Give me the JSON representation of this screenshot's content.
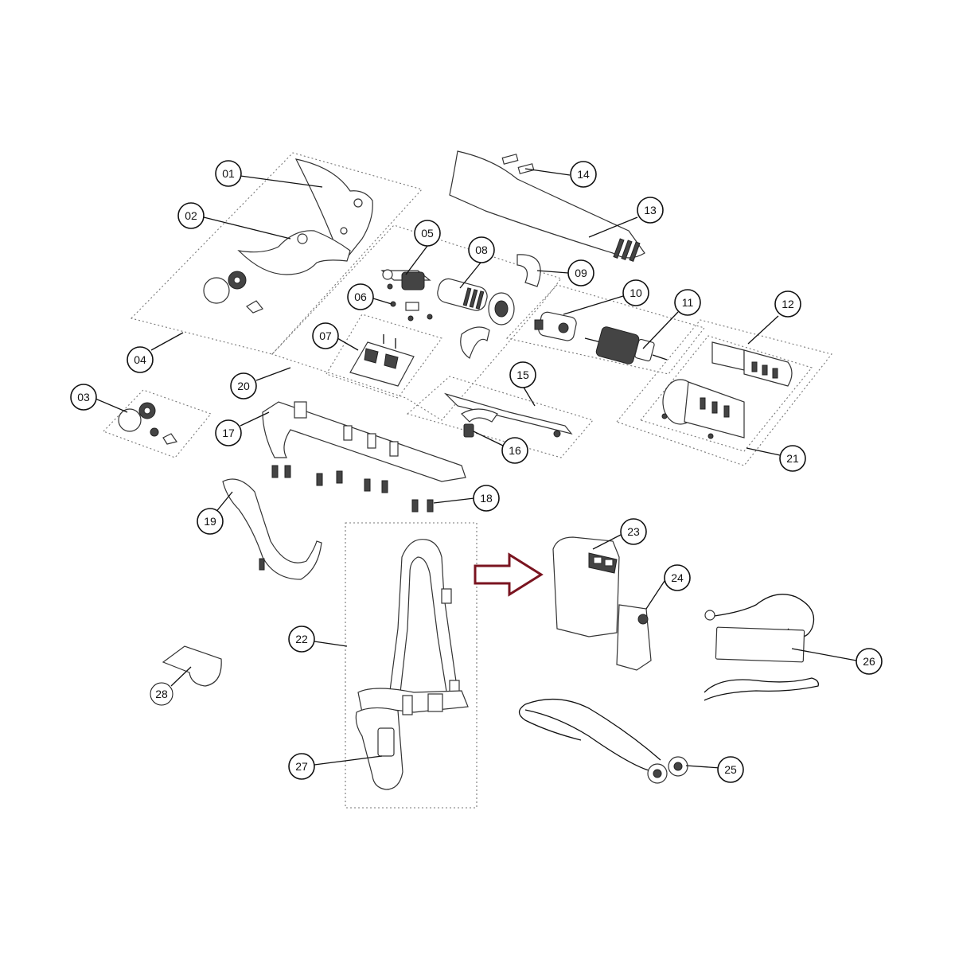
{
  "diagram": {
    "type": "exploded-parts-diagram",
    "arrow_color": "#7a1420",
    "callouts": [
      {
        "id": "01",
        "label": "01"
      },
      {
        "id": "02",
        "label": "02"
      },
      {
        "id": "03",
        "label": "03"
      },
      {
        "id": "04",
        "label": "04"
      },
      {
        "id": "05",
        "label": "05"
      },
      {
        "id": "06",
        "label": "06"
      },
      {
        "id": "07",
        "label": "07"
      },
      {
        "id": "08",
        "label": "08"
      },
      {
        "id": "09",
        "label": "09"
      },
      {
        "id": "10",
        "label": "10"
      },
      {
        "id": "11",
        "label": "11"
      },
      {
        "id": "12",
        "label": "12"
      },
      {
        "id": "13",
        "label": "13"
      },
      {
        "id": "14",
        "label": "14"
      },
      {
        "id": "15",
        "label": "15"
      },
      {
        "id": "16",
        "label": "16"
      },
      {
        "id": "17",
        "label": "17"
      },
      {
        "id": "18",
        "label": "18"
      },
      {
        "id": "19",
        "label": "19"
      },
      {
        "id": "20",
        "label": "20"
      },
      {
        "id": "21",
        "label": "21"
      },
      {
        "id": "22",
        "label": "22"
      },
      {
        "id": "23",
        "label": "23"
      },
      {
        "id": "24",
        "label": "24"
      },
      {
        "id": "25",
        "label": "25"
      },
      {
        "id": "26",
        "label": "26"
      },
      {
        "id": "27",
        "label": "27"
      },
      {
        "id": "28",
        "label": "28"
      }
    ]
  }
}
